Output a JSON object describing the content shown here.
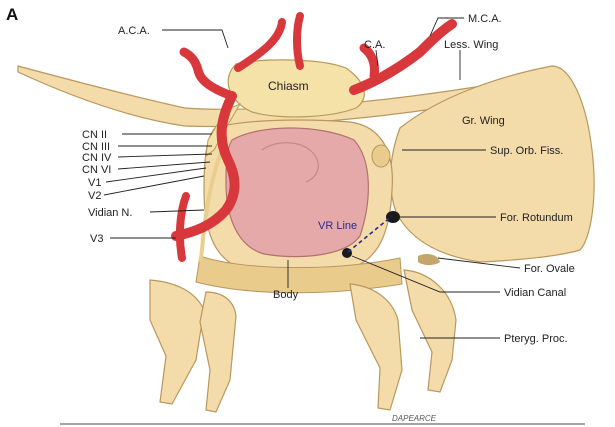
{
  "figure": {
    "panel_letter": "A",
    "signature": "DAPEARCE",
    "labels": {
      "aca": "A.C.A.",
      "mca": "M.C.A.",
      "ca": "C.A.",
      "less_wing": "Less. Wing",
      "chiasm": "Chiasm",
      "gr_wing": "Gr. Wing",
      "cn2": "CN II",
      "cn3": "CN III",
      "cn4": "CN IV",
      "cn6": "CN VI",
      "v1": "V1",
      "v2": "V2",
      "vidian_n": "Vidian N.",
      "v3": "V3",
      "vr_line": "VR Line",
      "sup_orb_fiss": "Sup. Orb. Fiss.",
      "for_rotundum": "For. Rotundum",
      "for_ovale": "For. Ovale",
      "vidian_canal": "Vidian Canal",
      "pteryg_proc": "Pteryg. Proc.",
      "body": "Body"
    },
    "colors": {
      "bone": "#f3dcaa",
      "artery": "#d8383b",
      "nerve": "#f5e2a8",
      "pituitary": "#e6a9a9",
      "vr_line": "#2a2a8c"
    }
  }
}
